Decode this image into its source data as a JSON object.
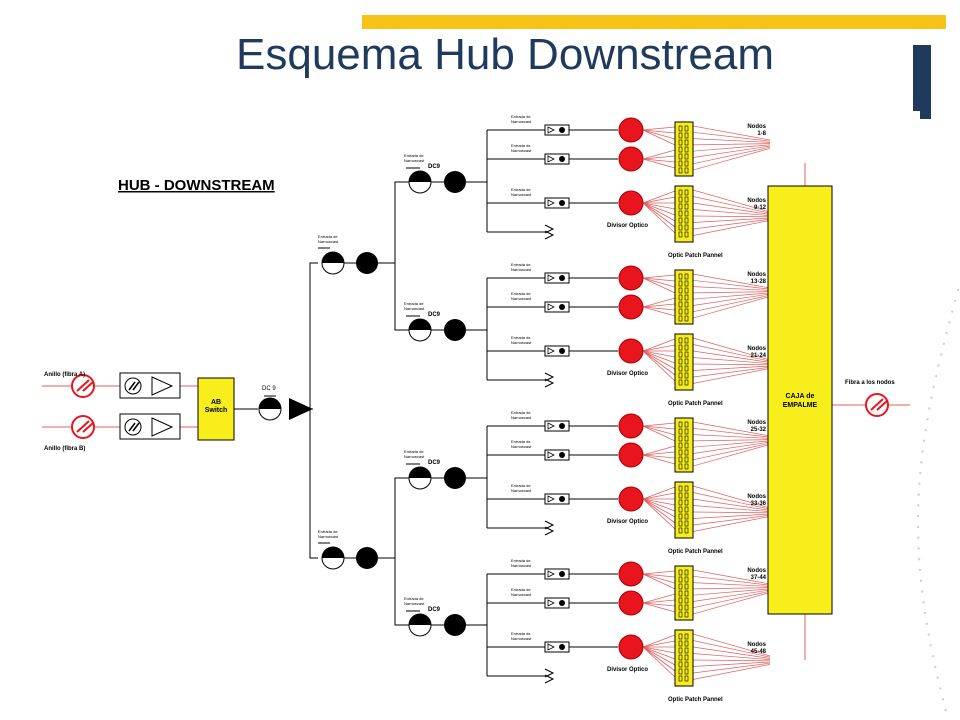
{
  "slide": {
    "title": "Esquema Hub Downstream",
    "accent_color": "#f7c317",
    "title_color": "#1f3a5c",
    "corner_color": "#1f3a5c"
  },
  "diagram": {
    "heading": "HUB  -  DOWNSTREAM",
    "inputs": [
      "Anillo (fibra A)",
      "Anillo (fibra B)"
    ],
    "ab_switch": [
      "AB",
      "Switch"
    ],
    "dc9_main": "DC 9",
    "dc9_label": "DC9",
    "narrowcast": [
      "Entrada de",
      "Narrowcast"
    ],
    "divisor": "Divisor Optico",
    "patch_panel": "Optic Patch Pannel",
    "caja": [
      "CAJA de",
      "EMPALME"
    ],
    "output": "Fibra a los nodos",
    "node_groups": [
      [
        "Nodos",
        "1-8"
      ],
      [
        "Nodos",
        "9-12"
      ],
      [
        "Nodos",
        "13-28"
      ],
      [
        "Nodos",
        "21-24"
      ],
      [
        "Nodos",
        "25-32"
      ],
      [
        "Nodos",
        "33-36"
      ],
      [
        "Nodos",
        "37-44"
      ],
      [
        "Nodos",
        "45-48"
      ]
    ],
    "colors": {
      "line": "#000000",
      "fiber": "#e06060",
      "splitter": "#e8141e",
      "panel": "#f7ee1c",
      "caja": "#f7ee1c",
      "switch": "#f7ee1c"
    }
  }
}
